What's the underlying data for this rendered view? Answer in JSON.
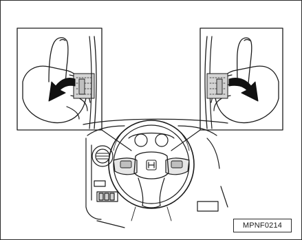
{
  "figure": {
    "code": "MPNF0214",
    "line_color": "#1a1a1a",
    "shade_color": "#bfbfbf",
    "arrow_color": "#111111",
    "icons": [
      "left-hand-inset",
      "right-hand-inset",
      "steering-wheel",
      "honda-logo-icon",
      "curved-arrow-icon",
      "air-vent",
      "dashboard-switches"
    ]
  }
}
